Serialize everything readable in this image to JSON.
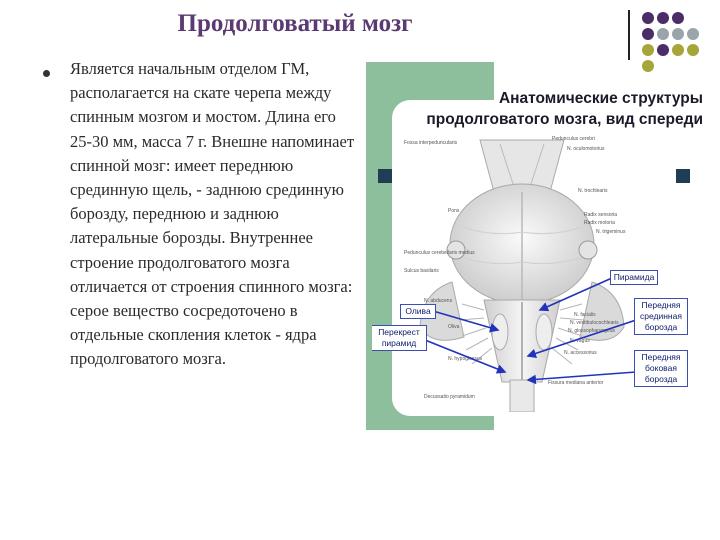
{
  "title": "Продолговатый мозг",
  "body_text": "Является начальным отделом ГМ, располагается на скате черепа между спинным мозгом и мостом. Длина его 25-30 мм, масса 7 г. Внешне напоминает спинной мозг: имеет переднюю срединную щель, - заднюю срединную борозду, переднюю и заднюю латеральные борозды. Внутреннее строение продолговатого мозга отличается от строения спинного мозга: серое вещество сосредоточено в отдельные скопления клеток - ядра продолговатого мозга.",
  "figure": {
    "title_line1": "Анатомические структуры",
    "title_line2": "продолговатого мозга, вид спереди",
    "labels": {
      "olive": "Олива",
      "pyramid_cross": "Перекрест пирамид",
      "pyramid": "Пирамида",
      "anterior_median": "Передняя срединная борозда",
      "anterior_lateral": "Передняя боковая борозда"
    },
    "latin": {
      "fossa": "Fossa interpeduncularis",
      "ped_cerebri": "Pedunculus cerebri",
      "n_oculomotorius": "N. oculomotorius",
      "n_trochlearis": "N. trochlearis",
      "pons": "Pons",
      "radix_sens": "Radix sensoria",
      "radix_mot": "Radix motoria",
      "n_trigeminus": "N. trigeminus",
      "ped_cerebellaris": "Pedunculus cerebellaris medius",
      "sulcus_basilaris": "Sulcus basilaris",
      "n_abducens": "N. abducens",
      "n_facialis": "N. facialis",
      "n_vestibulo": "N. vestibulocochlearis",
      "n_glosso": "N. glossopharyngeus",
      "n_vagus": "N. vagus",
      "n_accessorius": "N. accessorius",
      "oliva": "Oliva",
      "n_hypoglossus": "N. hypoglossus",
      "fissura": "Fissura mediana anterior",
      "decussatio": "Decussatio pyramidum"
    }
  },
  "colors": {
    "title": "#5b3a72",
    "purple": "#4b2d68",
    "olive": "#a6a53a",
    "gray": "#9aa4ab",
    "panel_green": "#8dbf9c",
    "tab_navy": "#1e3e56",
    "arrow_blue": "#2233bb"
  },
  "icons": [
    "bullet-dot-icon",
    "decorative-dots-icon"
  ]
}
